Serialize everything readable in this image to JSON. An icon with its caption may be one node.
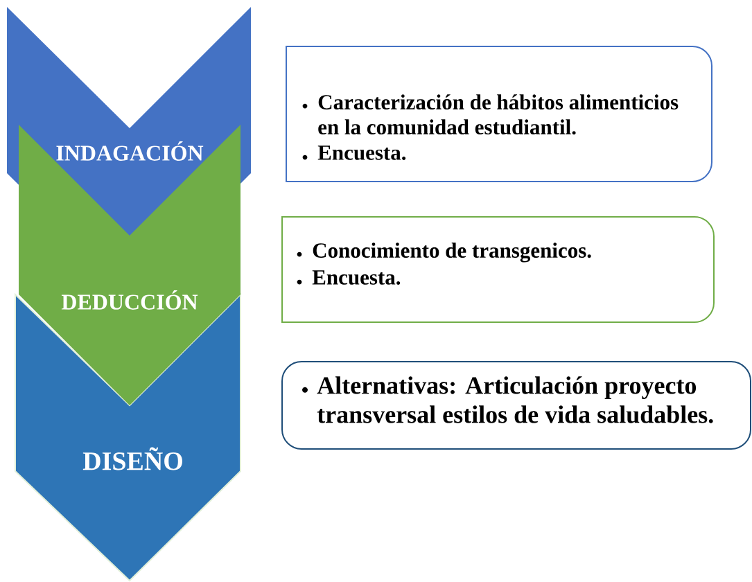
{
  "diagram": {
    "nodes": [
      {
        "text": [
          "INDAGACIÓN"
        ]
      },
      {
        "text": [
          "DEDUCCIÓN"
        ]
      },
      {
        "text": [
          "DISEÑO"
        ]
      },
      {
        "text": [
          "Caracterización de hábitos alimenticios en la comunidad estudiantil.",
          "Encuesta."
        ]
      },
      {
        "text": [
          "Conocimiento de transgenicos.",
          "Encuesta."
        ]
      },
      {
        "text": [
          "Alternativas: Articulación proyecto transversal estilos de vida saludables."
        ]
      }
    ]
  }
}
